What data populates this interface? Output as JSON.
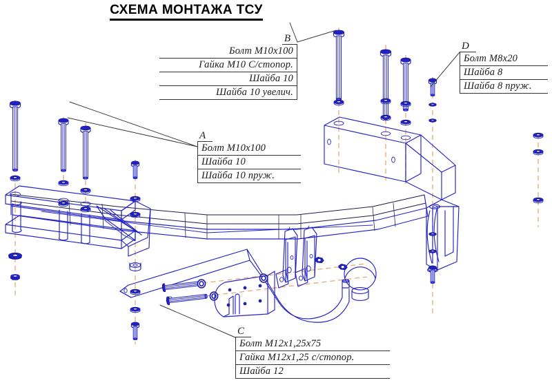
{
  "document": {
    "title": "СХЕМА МОНТАЖА ТСУ",
    "subject": "Towbar (TCU) mounting scheme exploded assembly drawing"
  },
  "colors": {
    "part_blue": "#2222c4",
    "part_blue_light": "#4a4ad8",
    "outline_dark": "#1b1b4a",
    "centerline_orange": "#e8a772",
    "leader_gray": "#3a3a3a",
    "title_black": "#000000",
    "background": "#ffffff"
  },
  "callouts": [
    {
      "id": "B",
      "tag": "B",
      "align": "right",
      "items": [
        "Болт М10х100",
        "Гайка М10 С/стопор.",
        "Шайба 10",
        "Шайба 10 увелич."
      ]
    },
    {
      "id": "A",
      "tag": "A",
      "align": "left",
      "items": [
        "Болт М10х100",
        "Шайба 10",
        "Шайба 10 пруж."
      ]
    },
    {
      "id": "D",
      "tag": "D",
      "align": "left",
      "items": [
        "Болт М8х20",
        "Шайба 8",
        "Шайба 8 пруж."
      ]
    },
    {
      "id": "C",
      "tag": "C",
      "align": "left",
      "items": [
        "Болт М12х1,25х75",
        "Гайка М12х1,25 с/стопор.",
        "Шайба 12"
      ]
    }
  ],
  "parts": {
    "beam_label": "main-crossmember",
    "left_bracket_label": "left-mounting-bracket",
    "right_bracket_label": "right-mounting-bracket",
    "towball_label": "swan-neck-towball",
    "hitch_plate_label": "hitch-mounting-plate"
  }
}
